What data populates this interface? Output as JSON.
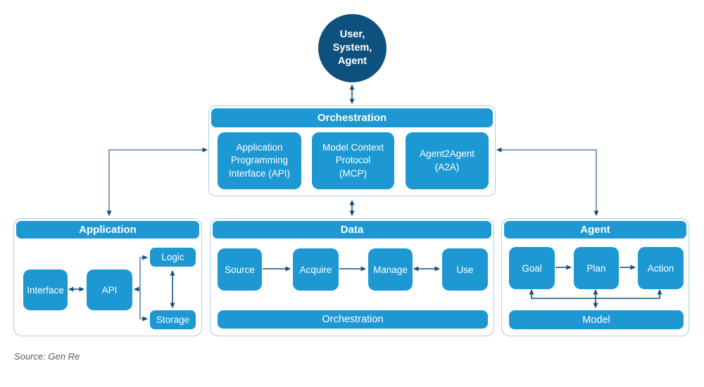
{
  "palette": {
    "box_blue": "#1E98D2",
    "node_dark_blue": "#0E517E",
    "arrow_dark": "#17507E",
    "connector_slate": "#5A7BA6",
    "panel_border": "#A9CEE4",
    "source_text": "#58595B",
    "text_white": "#FFFFFF"
  },
  "top_node": {
    "lines": [
      "User,",
      "System,",
      "Agent"
    ]
  },
  "orchestration_panel": {
    "title": "Orchestration",
    "boxes": [
      {
        "lines": [
          "Application",
          "Programming",
          "Interface (API)"
        ]
      },
      {
        "lines": [
          "Model Context",
          "Protocol",
          "(MCP)"
        ]
      },
      {
        "lines": [
          "Agent2Agent",
          "(A2A)"
        ]
      }
    ]
  },
  "application_panel": {
    "title": "Application",
    "nodes": {
      "interface": "Interface",
      "api": "API",
      "logic": "Logic",
      "storage": "Storage"
    }
  },
  "data_panel": {
    "title": "Data",
    "nodes": {
      "source": "Source",
      "acquire": "Acquire",
      "manage": "Manage",
      "use": "Use"
    },
    "bar": "Orchestration"
  },
  "agent_panel": {
    "title": "Agent",
    "nodes": {
      "goal": "Goal",
      "plan": "Plan",
      "action": "Action"
    },
    "bar": "Model"
  },
  "footer": {
    "source_note": "Source: Gen Re"
  }
}
